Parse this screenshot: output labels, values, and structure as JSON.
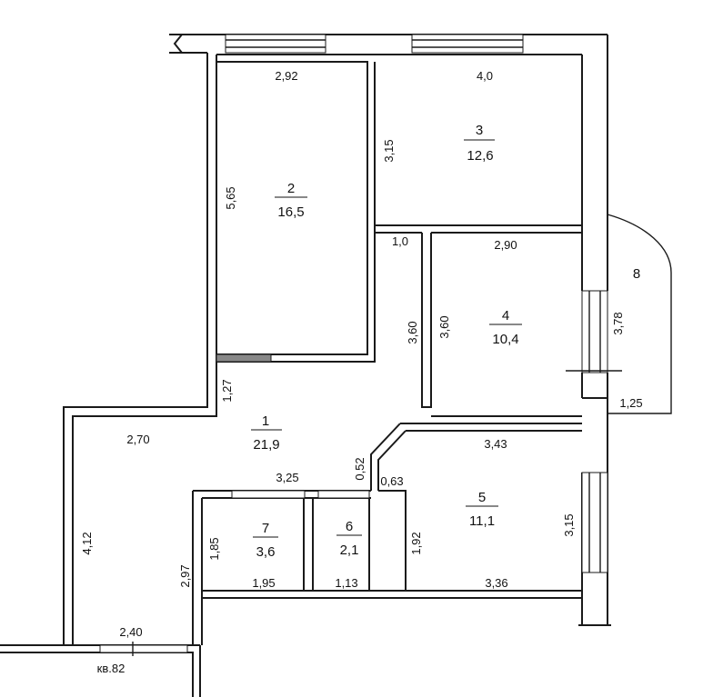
{
  "rooms": [
    {
      "number": "1",
      "area": "21,9"
    },
    {
      "number": "2",
      "area": "16,5"
    },
    {
      "number": "3",
      "area": "12,6"
    },
    {
      "number": "4",
      "area": "10,4"
    },
    {
      "number": "5",
      "area": "11,1"
    },
    {
      "number": "6",
      "area": "2,1"
    },
    {
      "number": "7",
      "area": "3,6"
    },
    {
      "number": "8",
      "area": ""
    }
  ],
  "dimensions": {
    "r2_top": "2,92",
    "r2_side": "5,65",
    "r3_top": "4,0",
    "r3_side": "3,15",
    "r4_top": "2,90",
    "r4_left": "3,60",
    "r4_right": "3,60",
    "r4_gap": "1,0",
    "r8_side": "3,78",
    "r8_bottom": "1,25",
    "r1_left_upper": "1,27",
    "r1_top": "2,70",
    "r1_left": "4,12",
    "r1_corridor": "3,25",
    "r1_small": "0,52",
    "r1_bottom": "2,40",
    "r1_inner": "2,97",
    "r5_top": "3,43",
    "r5_right": "3,15",
    "r5_left": "1,92",
    "r5_gap": "0,63",
    "r5_bottom": "3,36",
    "r7_side": "1,85",
    "r7_bottom": "1,95",
    "r6_bottom": "1,13"
  },
  "apartment_label": "кв.82"
}
